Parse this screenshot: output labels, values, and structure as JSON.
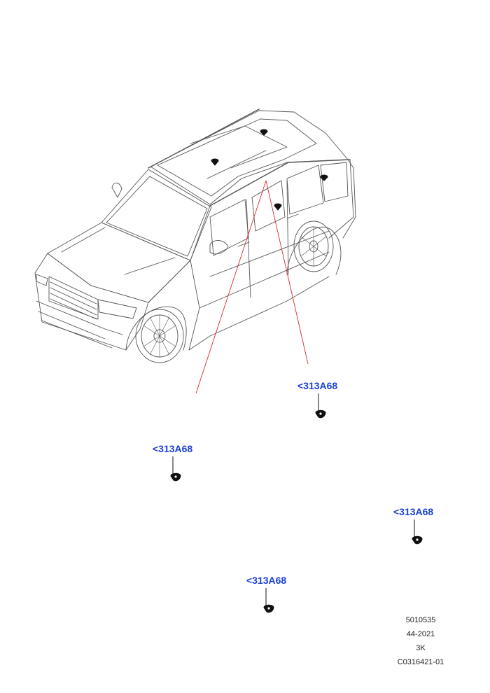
{
  "callouts": [
    {
      "label": "<313A68",
      "link_color": "#1a3fd6"
    },
    {
      "label": "<313A68",
      "link_color": "#1a3fd6"
    },
    {
      "label": "<313A68",
      "link_color": "#1a3fd6"
    },
    {
      "label": "<313A68",
      "link_color": "#1a3fd6"
    }
  ],
  "metadata": {
    "illustration_number": "5010535",
    "date_code": "44-2021",
    "revision": "3K",
    "catalogue_reference": "C0316421-01"
  },
  "colors": {
    "leader_line": "#d42a2a",
    "outline": "#555555",
    "part_fill": "#111111"
  },
  "icons": [
    "vehicle-outline-icon",
    "clip-fastener-icon"
  ]
}
